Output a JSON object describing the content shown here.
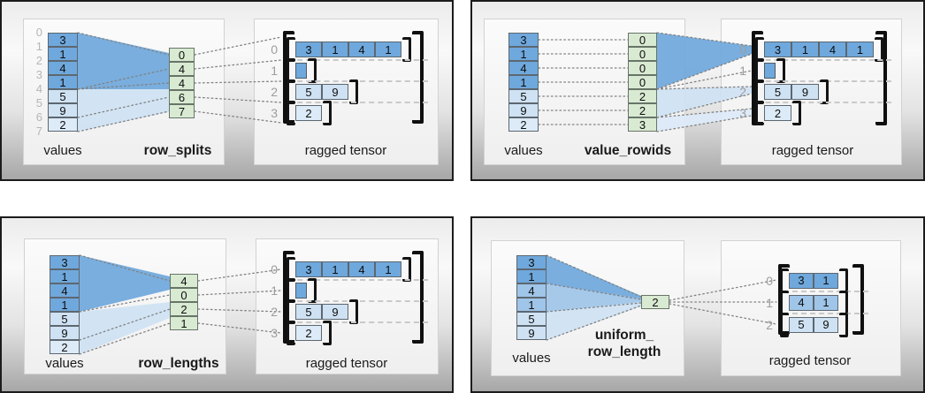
{
  "colors": {
    "dark_blue": "#6fa8dc",
    "medium_blue": "#9fc5e8",
    "light_blue": "#cfe2f3",
    "lighter_blue": "#ddeaf7",
    "green": "#d9ead3"
  },
  "quadrants": [
    {
      "id": "row-splits",
      "values_label": "values",
      "param_label_lines": [
        "row_splits"
      ],
      "tensor_label": "ragged tensor",
      "value_indices": [
        "0",
        "1",
        "2",
        "3",
        "4",
        "5",
        "6",
        "7"
      ],
      "values": [
        {
          "v": "3",
          "c": "dark_blue"
        },
        {
          "v": "1",
          "c": "dark_blue"
        },
        {
          "v": "4",
          "c": "dark_blue"
        },
        {
          "v": "1",
          "c": "dark_blue"
        },
        {
          "v": "5",
          "c": "light_blue"
        },
        {
          "v": "9",
          "c": "light_blue"
        },
        {
          "v": "2",
          "c": "lighter_blue"
        }
      ],
      "param_cells": [
        "0",
        "4",
        "4",
        "6",
        "7"
      ],
      "tensor_rows": [
        {
          "label": "0",
          "cells": [
            {
              "v": "3",
              "c": "dark_blue"
            },
            {
              "v": "1",
              "c": "dark_blue"
            },
            {
              "v": "4",
              "c": "dark_blue"
            },
            {
              "v": "1",
              "c": "dark_blue"
            }
          ]
        },
        {
          "label": "1",
          "cells": [],
          "empty_marker": "dark_blue"
        },
        {
          "label": "2",
          "cells": [
            {
              "v": "5",
              "c": "light_blue"
            },
            {
              "v": "9",
              "c": "light_blue"
            }
          ]
        },
        {
          "label": "3",
          "cells": [
            {
              "v": "2",
              "c": "lighter_blue"
            }
          ]
        }
      ]
    },
    {
      "id": "value-rowids",
      "values_label": "values",
      "param_label_lines": [
        "value_rowids"
      ],
      "tensor_label": "ragged tensor",
      "values": [
        {
          "v": "3",
          "c": "dark_blue"
        },
        {
          "v": "1",
          "c": "dark_blue"
        },
        {
          "v": "4",
          "c": "dark_blue"
        },
        {
          "v": "1",
          "c": "dark_blue"
        },
        {
          "v": "5",
          "c": "light_blue"
        },
        {
          "v": "9",
          "c": "light_blue"
        },
        {
          "v": "2",
          "c": "lighter_blue"
        }
      ],
      "param_cells": [
        "0",
        "0",
        "0",
        "0",
        "2",
        "2",
        "3"
      ],
      "tensor_rows": [
        {
          "label": "0",
          "cells": [
            {
              "v": "3",
              "c": "dark_blue"
            },
            {
              "v": "1",
              "c": "dark_blue"
            },
            {
              "v": "4",
              "c": "dark_blue"
            },
            {
              "v": "1",
              "c": "dark_blue"
            }
          ]
        },
        {
          "label": "1",
          "cells": [],
          "empty_marker": "dark_blue"
        },
        {
          "label": "2",
          "cells": [
            {
              "v": "5",
              "c": "light_blue"
            },
            {
              "v": "9",
              "c": "light_blue"
            }
          ]
        },
        {
          "label": "3",
          "cells": [
            {
              "v": "2",
              "c": "lighter_blue"
            }
          ]
        }
      ]
    },
    {
      "id": "row-lengths",
      "values_label": "values",
      "param_label_lines": [
        "row_lengths"
      ],
      "tensor_label": "ragged tensor",
      "values": [
        {
          "v": "3",
          "c": "dark_blue"
        },
        {
          "v": "1",
          "c": "dark_blue"
        },
        {
          "v": "4",
          "c": "dark_blue"
        },
        {
          "v": "1",
          "c": "dark_blue"
        },
        {
          "v": "5",
          "c": "light_blue"
        },
        {
          "v": "9",
          "c": "light_blue"
        },
        {
          "v": "2",
          "c": "lighter_blue"
        }
      ],
      "param_cells": [
        "4",
        "0",
        "2",
        "1"
      ],
      "tensor_rows": [
        {
          "label": "0",
          "cells": [
            {
              "v": "3",
              "c": "dark_blue"
            },
            {
              "v": "1",
              "c": "dark_blue"
            },
            {
              "v": "4",
              "c": "dark_blue"
            },
            {
              "v": "1",
              "c": "dark_blue"
            }
          ]
        },
        {
          "label": "1",
          "cells": [],
          "empty_marker": "dark_blue"
        },
        {
          "label": "2",
          "cells": [
            {
              "v": "5",
              "c": "light_blue"
            },
            {
              "v": "9",
              "c": "light_blue"
            }
          ]
        },
        {
          "label": "3",
          "cells": [
            {
              "v": "2",
              "c": "lighter_blue"
            }
          ]
        }
      ]
    },
    {
      "id": "uniform-row-length",
      "values_label": "values",
      "param_label_lines": [
        "uniform_",
        "row_length"
      ],
      "tensor_label": "ragged tensor",
      "values": [
        {
          "v": "3",
          "c": "dark_blue"
        },
        {
          "v": "1",
          "c": "dark_blue"
        },
        {
          "v": "4",
          "c": "medium_blue"
        },
        {
          "v": "1",
          "c": "medium_blue"
        },
        {
          "v": "5",
          "c": "light_blue"
        },
        {
          "v": "9",
          "c": "light_blue"
        }
      ],
      "param_cells": [
        "2"
      ],
      "tensor_rows": [
        {
          "label": "0",
          "cells": [
            {
              "v": "3",
              "c": "dark_blue"
            },
            {
              "v": "1",
              "c": "dark_blue"
            }
          ]
        },
        {
          "label": "1",
          "cells": [
            {
              "v": "4",
              "c": "medium_blue"
            },
            {
              "v": "1",
              "c": "medium_blue"
            }
          ]
        },
        {
          "label": "2",
          "cells": [
            {
              "v": "5",
              "c": "light_blue"
            },
            {
              "v": "9",
              "c": "light_blue"
            }
          ]
        }
      ]
    }
  ]
}
